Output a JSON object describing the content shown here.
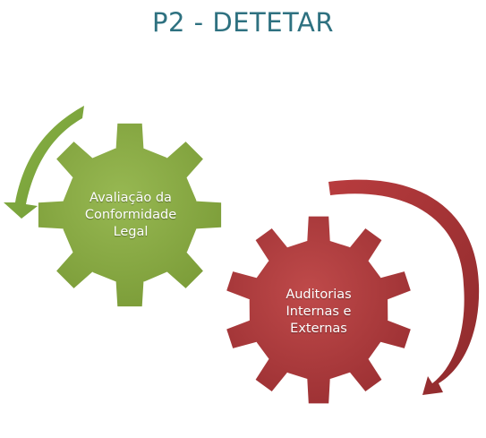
{
  "title": "P2 - DETETAR",
  "gears": [
    {
      "label_lines": [
        "Avaliação da",
        "Conformidade",
        "Legal"
      ],
      "color": "#8cad45",
      "color_dark": "#6f8f2f",
      "arrow_direction": "counter-clockwise"
    },
    {
      "label_lines": [
        "Auditorias",
        "Internas e",
        "Externas"
      ],
      "color": "#b43f40",
      "color_dark": "#8f2a2c",
      "arrow_direction": "clockwise"
    }
  ],
  "colors": {
    "title": "#2e7180",
    "background": "#ffffff"
  }
}
